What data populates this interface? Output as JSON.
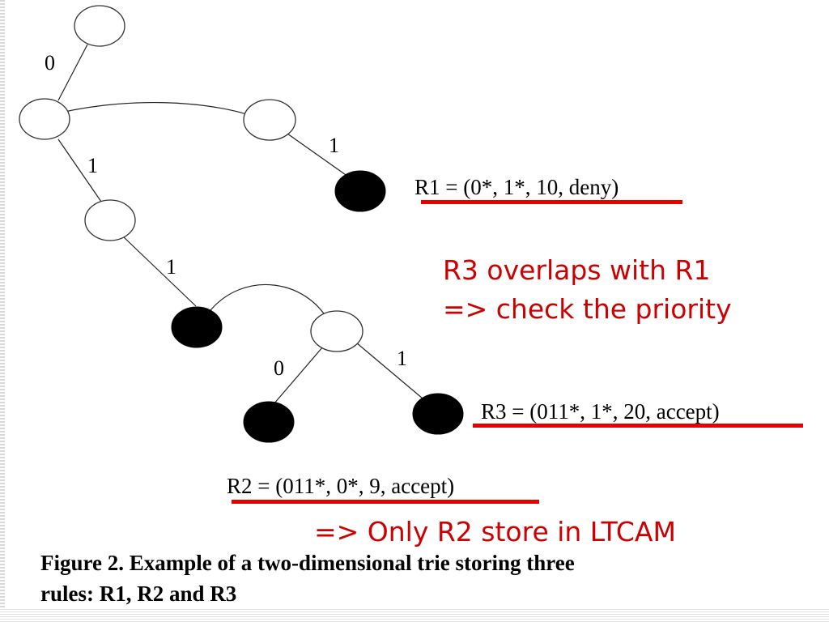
{
  "diagram": {
    "edge_labels": [
      "0",
      "1",
      "1",
      "1",
      "0",
      "1"
    ],
    "rules": {
      "r1": "R1 = (0*, 1*, 10, deny)",
      "r2": "R2 = (011*, 0*, 9, accept)",
      "r3": "R3 = (011*, 1*, 20, accept)"
    }
  },
  "annotations": {
    "overlap_line1": "R3 overlaps with R1",
    "overlap_line2": "=> check the priority",
    "conclusion": "=> Only R2 store in LTCAM"
  },
  "caption": {
    "line1": "Figure 2. Example of a two-dimensional trie storing three",
    "line2": "rules: R1, R2 and R3"
  },
  "colors": {
    "annotation_red": "#cc0000",
    "underline_red": "#e60000",
    "filled_node": "#000000"
  }
}
